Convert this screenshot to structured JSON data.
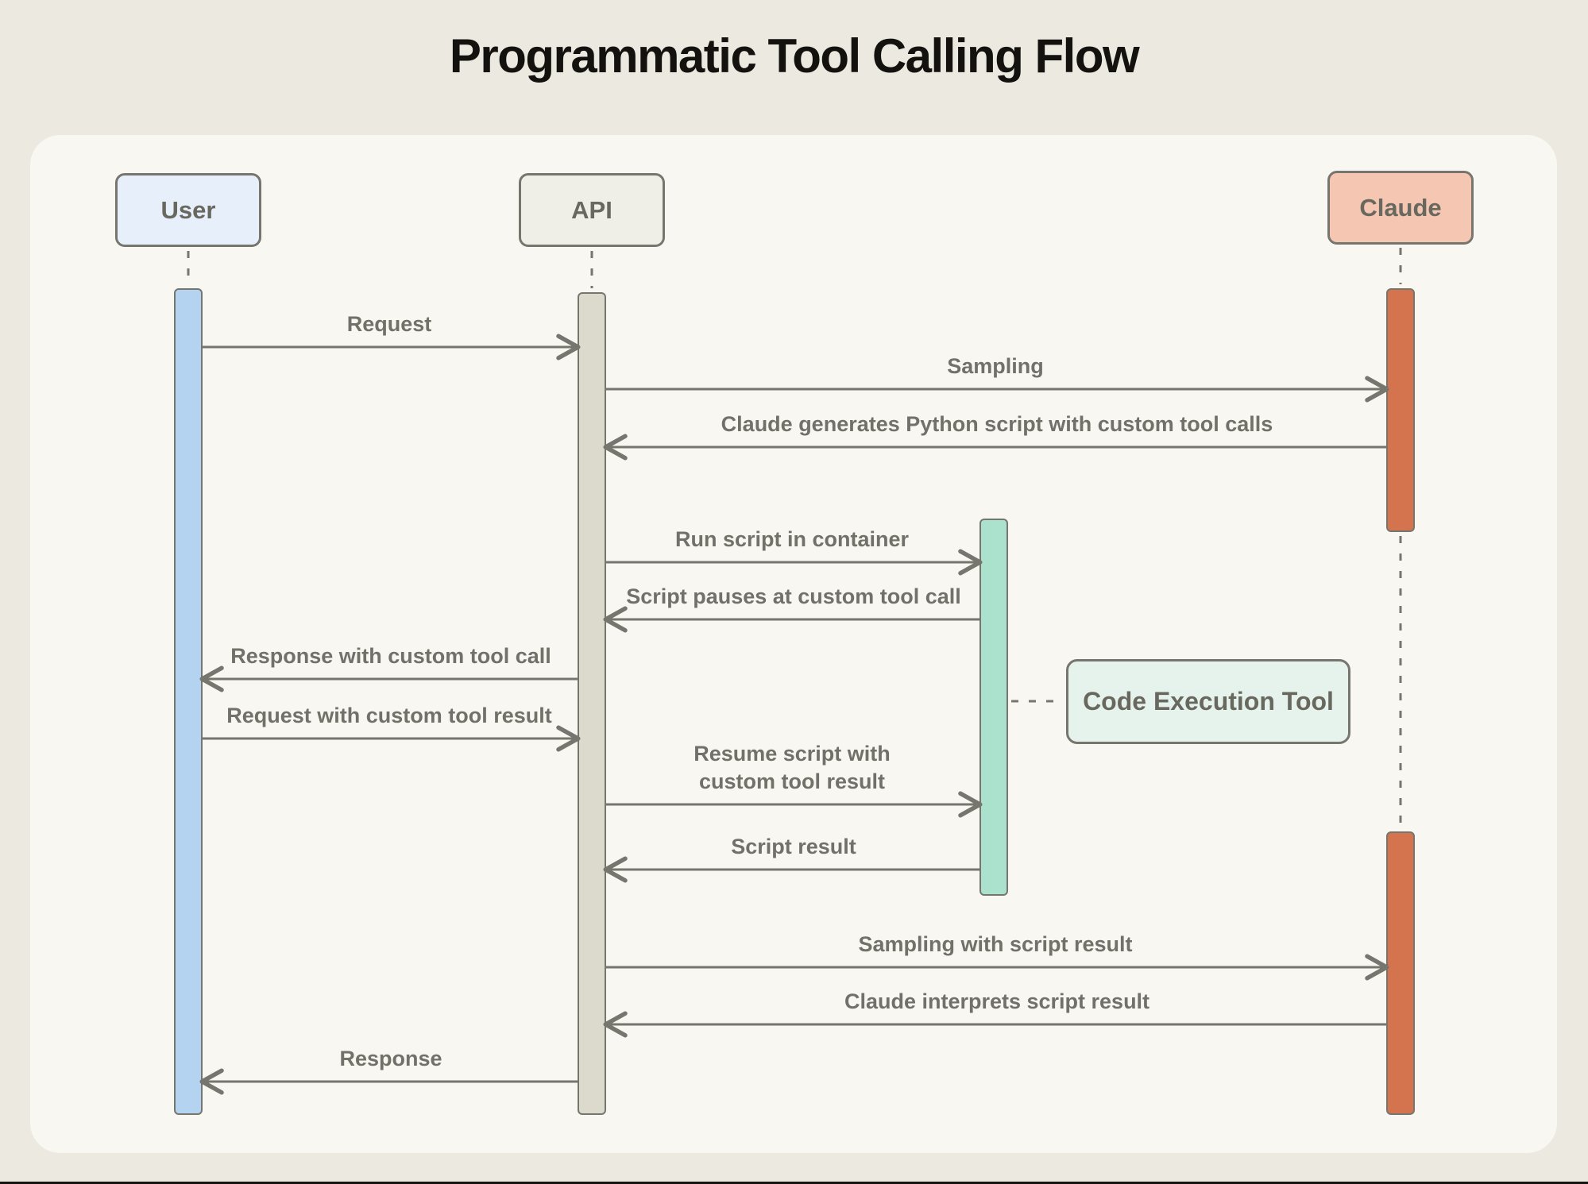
{
  "title": "Programmatic Tool Calling Flow",
  "actors": [
    {
      "id": "user",
      "label": "User"
    },
    {
      "id": "api",
      "label": "API"
    },
    {
      "id": "claude",
      "label": "Claude"
    }
  ],
  "tool_box": {
    "label": "Code Execution Tool"
  },
  "messages": [
    {
      "from": "user",
      "to": "api",
      "label": "Request"
    },
    {
      "from": "api",
      "to": "claude",
      "label": "Sampling"
    },
    {
      "from": "claude",
      "to": "api",
      "label": "Claude generates Python script with custom tool calls"
    },
    {
      "from": "api",
      "to": "exec",
      "label": "Run script in container"
    },
    {
      "from": "exec",
      "to": "api",
      "label": "Script pauses at custom tool call"
    },
    {
      "from": "api",
      "to": "user",
      "label": "Response with custom tool call"
    },
    {
      "from": "user",
      "to": "api",
      "label": "Request with custom tool result"
    },
    {
      "from": "api",
      "to": "exec",
      "label": "Resume script with\ncustom tool result"
    },
    {
      "from": "exec",
      "to": "api",
      "label": "Script result"
    },
    {
      "from": "api",
      "to": "claude",
      "label": "Sampling with script result"
    },
    {
      "from": "claude",
      "to": "api",
      "label": "Claude interprets script result"
    },
    {
      "from": "api",
      "to": "user",
      "label": "Response"
    }
  ],
  "colors": {
    "outer_background": "#ECE9E0",
    "panel_background": "#F8F7F1",
    "line_gray": "#76766E",
    "label_gray": "#71716A",
    "user_box": "#E7F0FA",
    "user_bar": "#B3D3F0",
    "api_box": "#F0EFE7",
    "api_bar": "#DCDACD",
    "claude_box": "#F5C6B1",
    "claude_bar": "#D3744F",
    "exec_bar": "#AAE2CD",
    "tool_box_fill": "#E6F3EC"
  }
}
